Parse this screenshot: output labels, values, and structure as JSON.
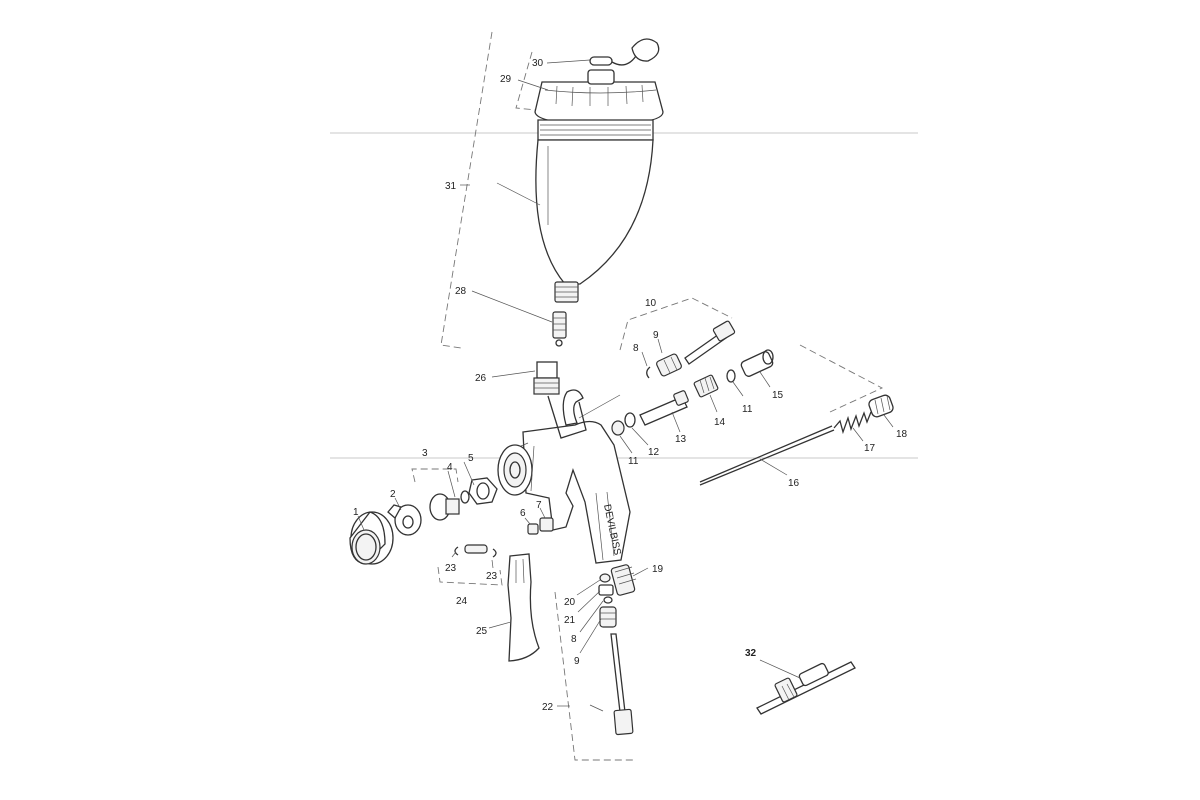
{
  "parts": {
    "p1": "1",
    "p2": "2",
    "p3": "3",
    "p4": "4",
    "p5": "5",
    "p6": "6",
    "p7": "7",
    "p8a": "8",
    "p8b": "8",
    "p9a": "9",
    "p9b": "9",
    "p10": "10",
    "p11a": "11",
    "p11b": "11",
    "p12": "12",
    "p13": "13",
    "p14": "14",
    "p15": "15",
    "p16": "16",
    "p17": "17",
    "p18": "18",
    "p19": "19",
    "p20": "20",
    "p21": "21",
    "p22": "22",
    "p23a": "23",
    "p23b": "23",
    "p24": "24",
    "p25": "25",
    "p26": "26",
    "p28": "28",
    "p29": "29",
    "p30": "30",
    "p31": "31",
    "p32": "32"
  },
  "brand_text": "DEVILBISS"
}
